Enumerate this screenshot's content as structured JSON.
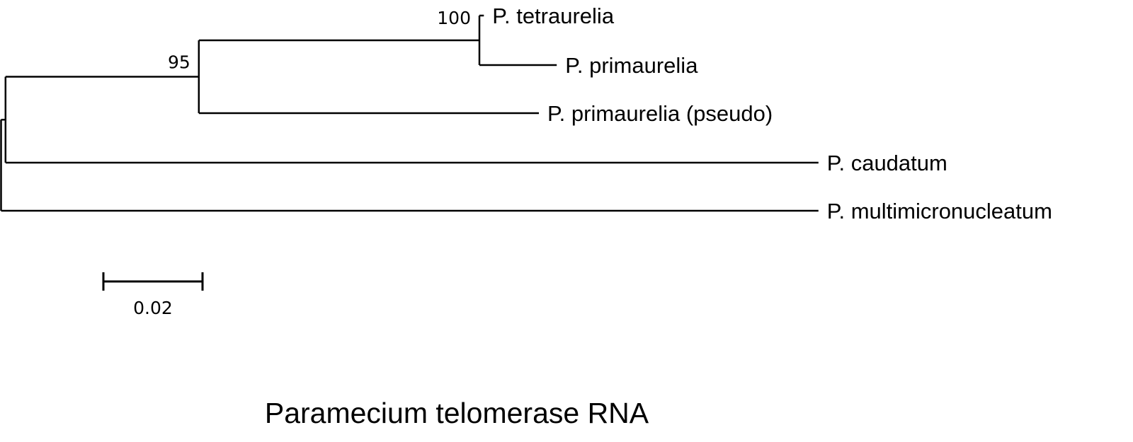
{
  "chart_data": {
    "type": "tree",
    "title": "Paramecium telomerase RNA",
    "scale_bar": {
      "value": 0.02,
      "label": "0.02"
    },
    "tree": {
      "id": "root",
      "length": 0,
      "children": [
        {
          "id": "inner",
          "length": 0.0009,
          "children": [
            {
              "id": "n95",
              "length": 0.039,
              "support": "95",
              "children": [
                {
                  "id": "n100",
                  "length": 0.0566,
                  "support": "100",
                  "children": [
                    {
                      "id": "tetraurelia",
                      "length": 0.0009,
                      "label": "P. tetraurelia"
                    },
                    {
                      "id": "primaurelia",
                      "length": 0.0156,
                      "label": "P. primaurelia"
                    }
                  ]
                },
                {
                  "id": "pseudo",
                  "length": 0.0686,
                  "label": "P. primaurelia (pseudo)"
                }
              ]
            },
            {
              "id": "caudatum",
              "length": 0.164,
              "label": "P. caudatum"
            }
          ]
        },
        {
          "id": "multimicronucleatum",
          "length": 0.1649,
          "label": "P. multimicronucleatum"
        }
      ]
    }
  }
}
